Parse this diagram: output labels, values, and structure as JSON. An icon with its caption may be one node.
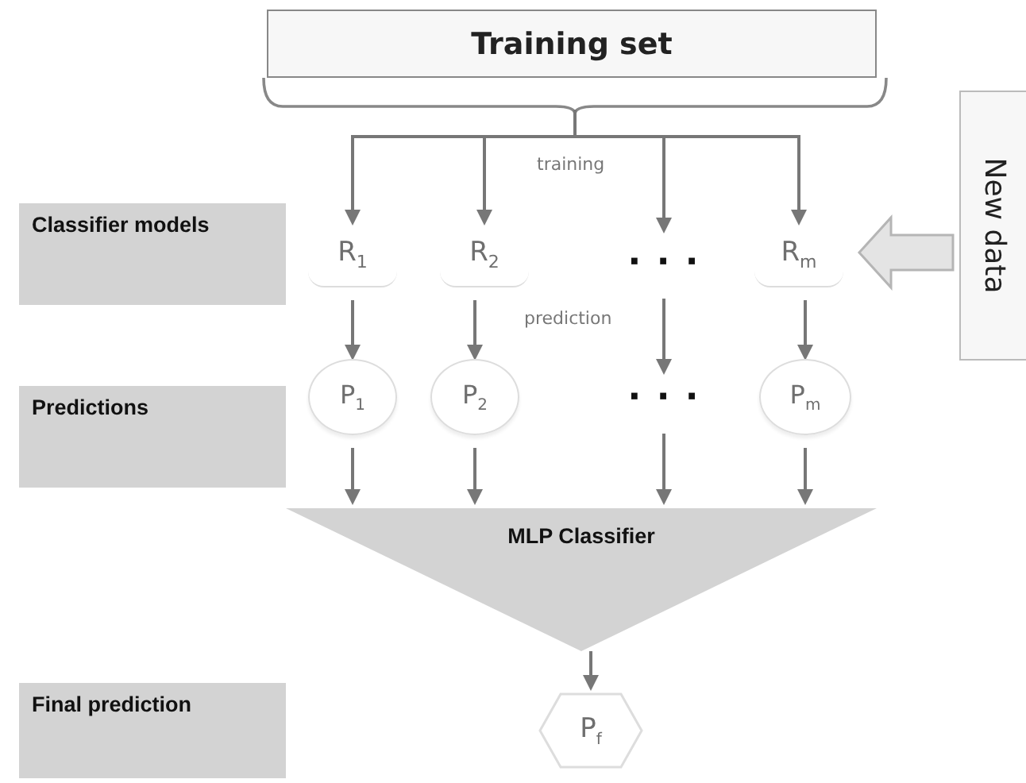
{
  "diagram": {
    "nodes": [
      {
        "text": [
          "Training set"
        ]
      },
      {
        "text": [
          "Classifier models"
        ]
      },
      {
        "text": [
          "R$_{1}$"
        ]
      },
      {
        "text": [
          "R$_{2}$"
        ]
      },
      {
        "text": [
          "· · ·"
        ]
      },
      {
        "text": [
          "R$_{m}$"
        ]
      },
      {
        "text": [
          "New data"
        ]
      },
      {
        "text": [
          "Predictions"
        ]
      },
      {
        "text": [
          "P$_{1}$"
        ]
      },
      {
        "text": [
          "P$_{2}$"
        ]
      },
      {
        "text": [
          "· · ·"
        ]
      },
      {
        "text": [
          "P$_{m}$"
        ]
      },
      {
        "text": [
          "MLP Classifier"
        ]
      },
      {
        "text": [
          "Final prediction"
        ]
      },
      {
        "text": [
          "P$_{f}$"
        ]
      }
    ],
    "edges": [
      {
        "from": 0,
        "to": 2,
        "arrow": "to"
      },
      {
        "from": 0,
        "to": 3,
        "arrow": "to"
      },
      {
        "from": 0,
        "to": 4,
        "arrow": "to"
      },
      {
        "from": 0,
        "to": 5,
        "arrow": "to"
      },
      {
        "from": 6,
        "to": 5,
        "arrow": "to",
        "style": "thick"
      },
      {
        "from": 2,
        "to": 8,
        "arrow": "to"
      },
      {
        "from": 3,
        "to": 9,
        "arrow": "to"
      },
      {
        "from": 4,
        "to": 10,
        "arrow": "to"
      },
      {
        "from": 5,
        "to": 11,
        "arrow": "to"
      },
      {
        "from": 8,
        "to": 12,
        "arrow": "to"
      },
      {
        "from": 9,
        "to": 12,
        "arrow": "to"
      },
      {
        "from": 10,
        "to": 12,
        "arrow": "to"
      },
      {
        "from": 11,
        "to": 12,
        "arrow": "to"
      },
      {
        "from": 12,
        "to": 14,
        "arrow": "to"
      }
    ],
    "labels": [
      "training",
      "prediction"
    ]
  }
}
